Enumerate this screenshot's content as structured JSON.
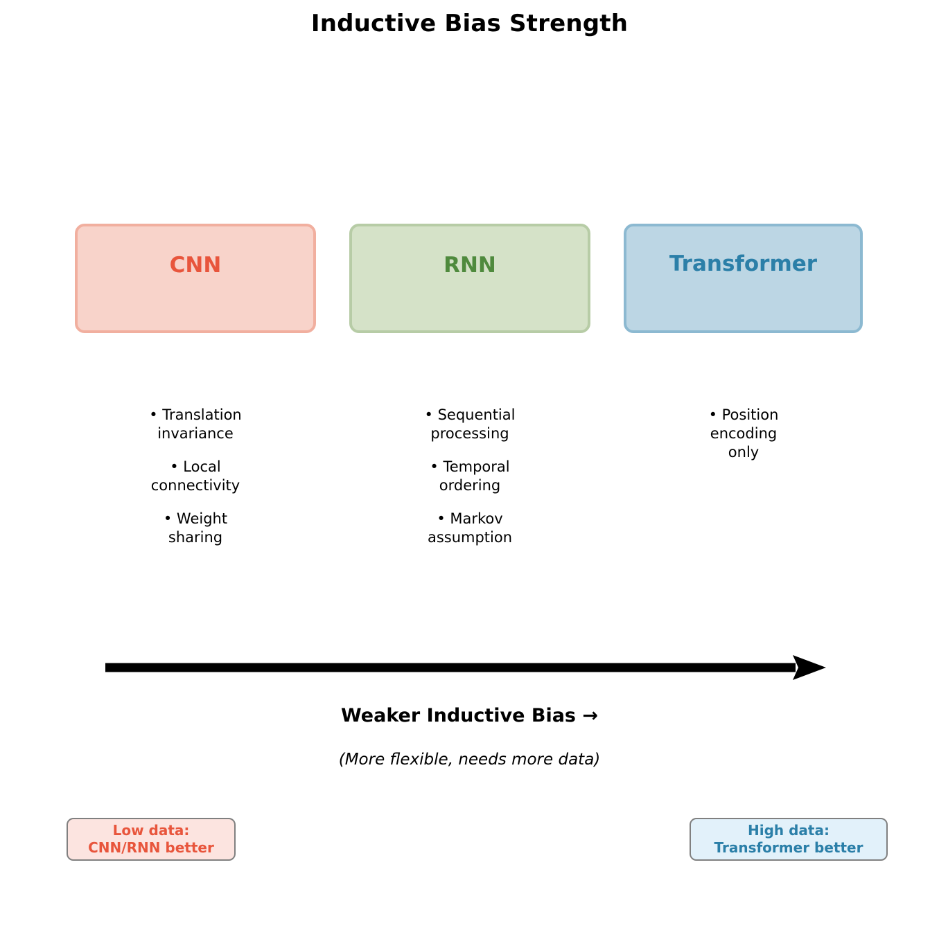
{
  "title": "Inductive Bias Strength",
  "architectures": [
    {
      "name": "CNN",
      "label": "CNN",
      "fill_color": "#F8D3CA",
      "border_color": "#F1AF9F",
      "text_color": "#E8553C",
      "biases": [
        "• Translation\ninvariance",
        "• Local\nconnectivity",
        "• Weight\nsharing"
      ]
    },
    {
      "name": "RNN",
      "label": "RNN",
      "fill_color": "#D5E2C8",
      "border_color": "#B7CCA6",
      "text_color": "#4F8A3D",
      "biases": [
        "• Sequential\nprocessing",
        "• Temporal\nordering",
        "• Markov\nassumption"
      ]
    },
    {
      "name": "Transformer",
      "label": "Transformer",
      "fill_color": "#BCD6E4",
      "border_color": "#8CB9D1",
      "text_color": "#2B7FA8",
      "biases": [
        "• Position\nencoding\nonly"
      ]
    }
  ],
  "spectrum": {
    "arrow_direction": "right",
    "arrow_color": "#000000",
    "caption": "Weaker Inductive Bias →",
    "subcaption": "(More flexible, needs more data)"
  },
  "regimes": {
    "low_data": {
      "line1": "Low data:",
      "line2": "CNN/RNN better",
      "fill_color": "#FCE4E0",
      "text_color": "#E8553C",
      "border_color": "#808080"
    },
    "high_data": {
      "line1": "High data:",
      "line2": "Transformer better",
      "fill_color": "#E2F1FA",
      "text_color": "#2B7FA8",
      "border_color": "#808080"
    }
  }
}
